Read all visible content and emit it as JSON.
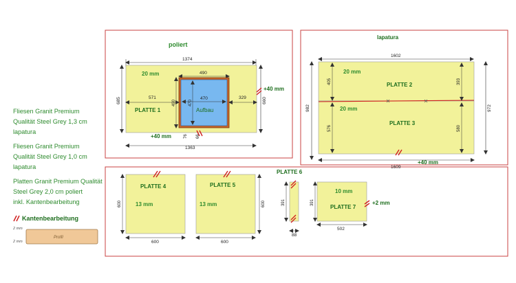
{
  "legend": {
    "block1": [
      "Fliesen Granit Premium",
      "Qualität Steel Grey 1,3 cm",
      "lapatura"
    ],
    "block2": [
      "Fliesen Granit Premium",
      "Qualität Steel Grey 1,0 cm",
      "lapatura"
    ],
    "block3": [
      "Platten Granit Premium Qualität",
      "Steel Grey 2,0 cm poliert",
      "inkl. Kantenbearbeitung"
    ],
    "kanten_label": "Kantenbearbeitung",
    "profil_label": "Profil",
    "profil_dim_top": "2 mm",
    "profil_dim_bottom": "2 mm"
  },
  "poliert": {
    "title": "poliert",
    "platte_label": "PLATTE 1",
    "thickness_label": "20 mm",
    "cutout_label": "Aufbau",
    "dim_top": "1374",
    "dim_bottom": "1363",
    "dim_cutout_width": "490",
    "dim_cutout_inner_width": "470",
    "dim_cutout_height": "490",
    "dim_cutout_inner_height": "470",
    "dim_left_offset": "571",
    "dim_right_offset": "329",
    "dim_left_height": "685",
    "dim_right_height": "660",
    "dim_small_76": "76",
    "dim_small_66": "66",
    "edge_right": "+40 mm",
    "edge_bottom": "+40 mm"
  },
  "lapatura": {
    "title": "lapatura",
    "platte2_label": "PLATTE 2",
    "platte3_label": "PLATTE 3",
    "thickness2": "20 mm",
    "thickness3": "20 mm",
    "dim_top": "1602",
    "dim_bottom": "1609",
    "dim_left_total": "982",
    "dim_right_total": "972",
    "dim_p2_left": "405",
    "dim_p2_right": "393",
    "dim_p3_left": "576",
    "dim_p3_right": "580",
    "edge_bottom": "+40 mm"
  },
  "small": {
    "p4_label": "PLATTE 4",
    "p4_thickness": "13 mm",
    "p4_width": "600",
    "p4_height": "600",
    "p5_label": "PLATTE 5",
    "p5_thickness": "13 mm",
    "p5_width": "600",
    "p5_height": "600",
    "p6_label": "PLATTE 6",
    "p6_height": "391",
    "p6_width": "88",
    "p7_label": "PLATTE 7",
    "p7_thickness": "10 mm",
    "p7_height": "391",
    "p7_width": "502",
    "p7_edge": "+2 mm"
  },
  "colors": {
    "plate_fill": "#f2f29a",
    "cutout_fill": "#78b8f0",
    "frame": "#c84040",
    "green_text": "#2e8b2e",
    "dark_green": "#1e6e1e",
    "edge_mark": "#d02020",
    "profil_fill": "#f0c898"
  }
}
